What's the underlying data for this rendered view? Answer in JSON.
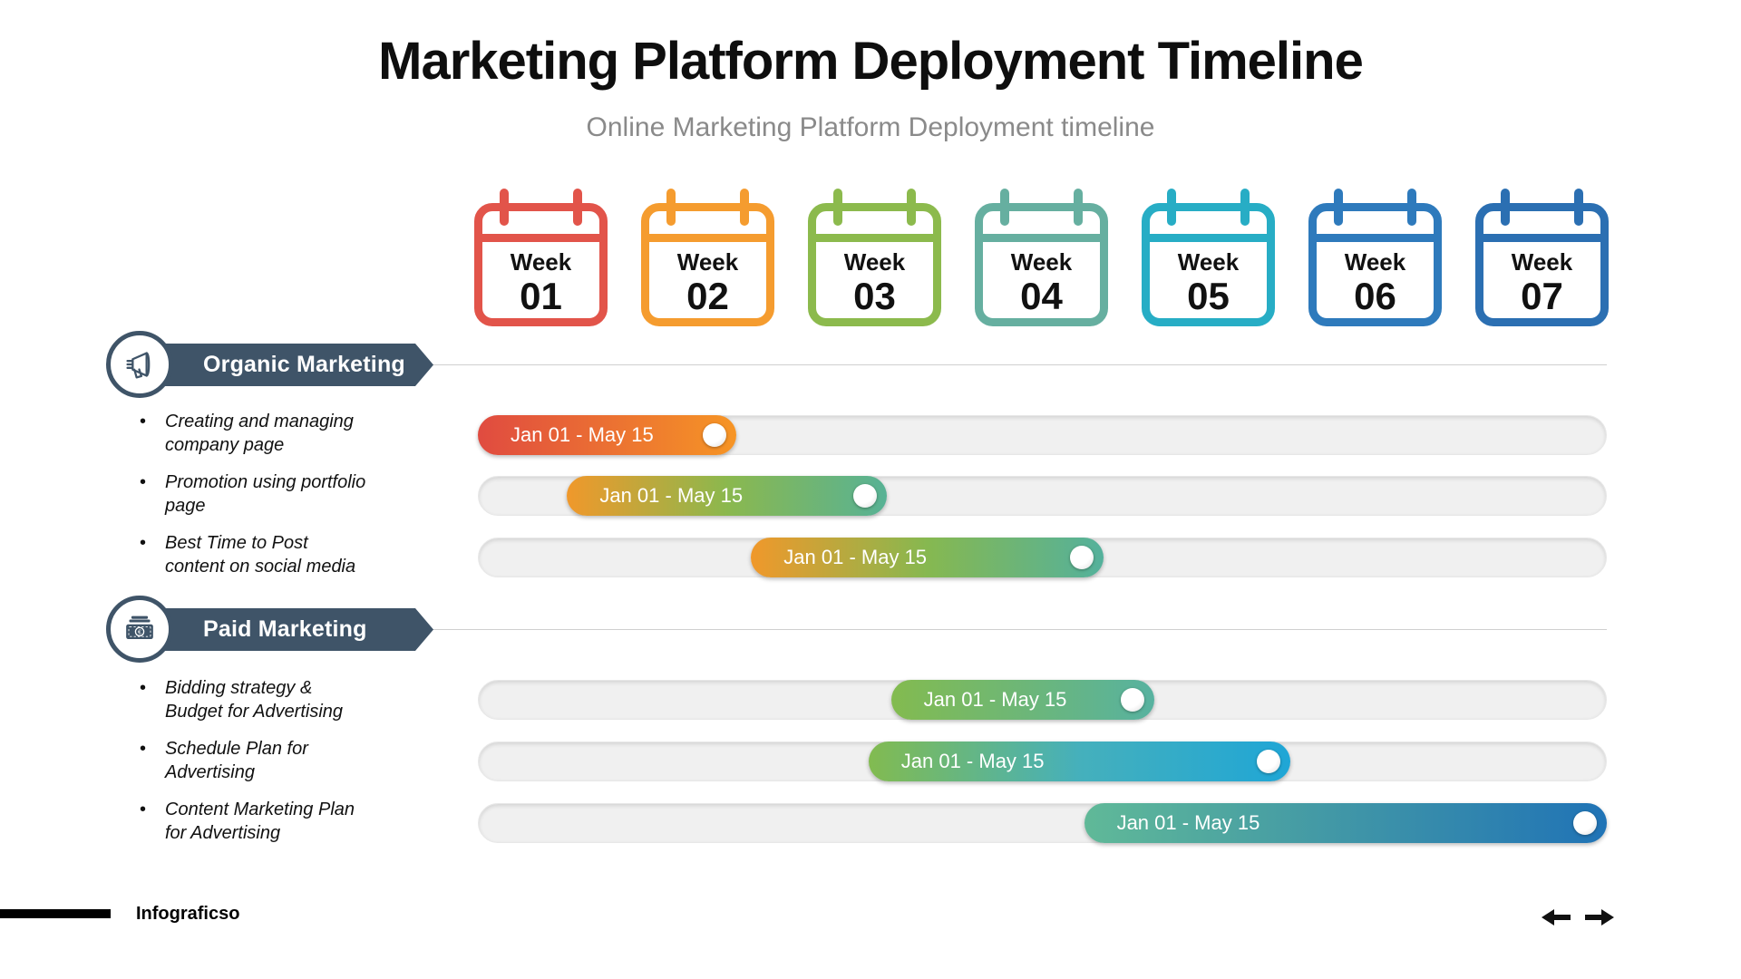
{
  "title": "Marketing Platform Deployment Timeline",
  "subtitle": "Online Marketing Platform Deployment timeline",
  "calendar": {
    "week_label": "Week",
    "weeks": [
      {
        "number": "01",
        "color": "#E2544A"
      },
      {
        "number": "02",
        "color": "#F59C2F"
      },
      {
        "number": "03",
        "color": "#8CBA4D"
      },
      {
        "number": "04",
        "color": "#66AFA0"
      },
      {
        "number": "05",
        "color": "#27ADC5"
      },
      {
        "number": "06",
        "color": "#2E7ABC"
      },
      {
        "number": "07",
        "color": "#2B6FB2"
      }
    ]
  },
  "accent_color": "#3F5468",
  "track_color": "#F0F0F0",
  "sections": [
    {
      "title": "Organic Marketing",
      "icon": "megaphone-icon",
      "bullets": [
        "Creating and managing company page",
        "Promotion using portfolio page",
        "Best Time to Post content on social media"
      ],
      "bars": [
        {
          "label": "Jan 01 - May 15",
          "start_pct": 0,
          "end_pct": 22.9,
          "gradient": [
            "#E04B40",
            "#F69525"
          ]
        },
        {
          "label": "Jan 01 - May 15",
          "start_pct": 7.9,
          "end_pct": 36.2,
          "gradient": [
            "#F0982B",
            "#8BB84E",
            "#57B295"
          ]
        },
        {
          "label": "Jan 01 - May 15",
          "start_pct": 24.2,
          "end_pct": 55.4,
          "gradient": [
            "#F0982B",
            "#86B850",
            "#54B19C"
          ]
        }
      ]
    },
    {
      "title": "Paid Marketing",
      "icon": "banknote-icon",
      "bullets": [
        "Bidding strategy & Budget for Advertising",
        "Schedule Plan for Advertising",
        "Content Marketing Plan for Advertising"
      ],
      "bars": [
        {
          "label": "Jan 01 - May 15",
          "start_pct": 36.6,
          "end_pct": 59.9,
          "gradient": [
            "#83BB4F",
            "#57B2A0"
          ]
        },
        {
          "label": "Jan 01 - May 15",
          "start_pct": 34.6,
          "end_pct": 72.0,
          "gradient": [
            "#82BB50",
            "#45B0BC",
            "#1FA6D6"
          ]
        },
        {
          "label": "Jan 01 - May 15",
          "start_pct": 53.7,
          "end_pct": 100,
          "gradient": [
            "#60B998",
            "#2073B6"
          ]
        }
      ]
    }
  ],
  "footer": {
    "brand": "Infograficso"
  },
  "nav": {
    "prev": "previous-slide",
    "next": "next-slide"
  }
}
